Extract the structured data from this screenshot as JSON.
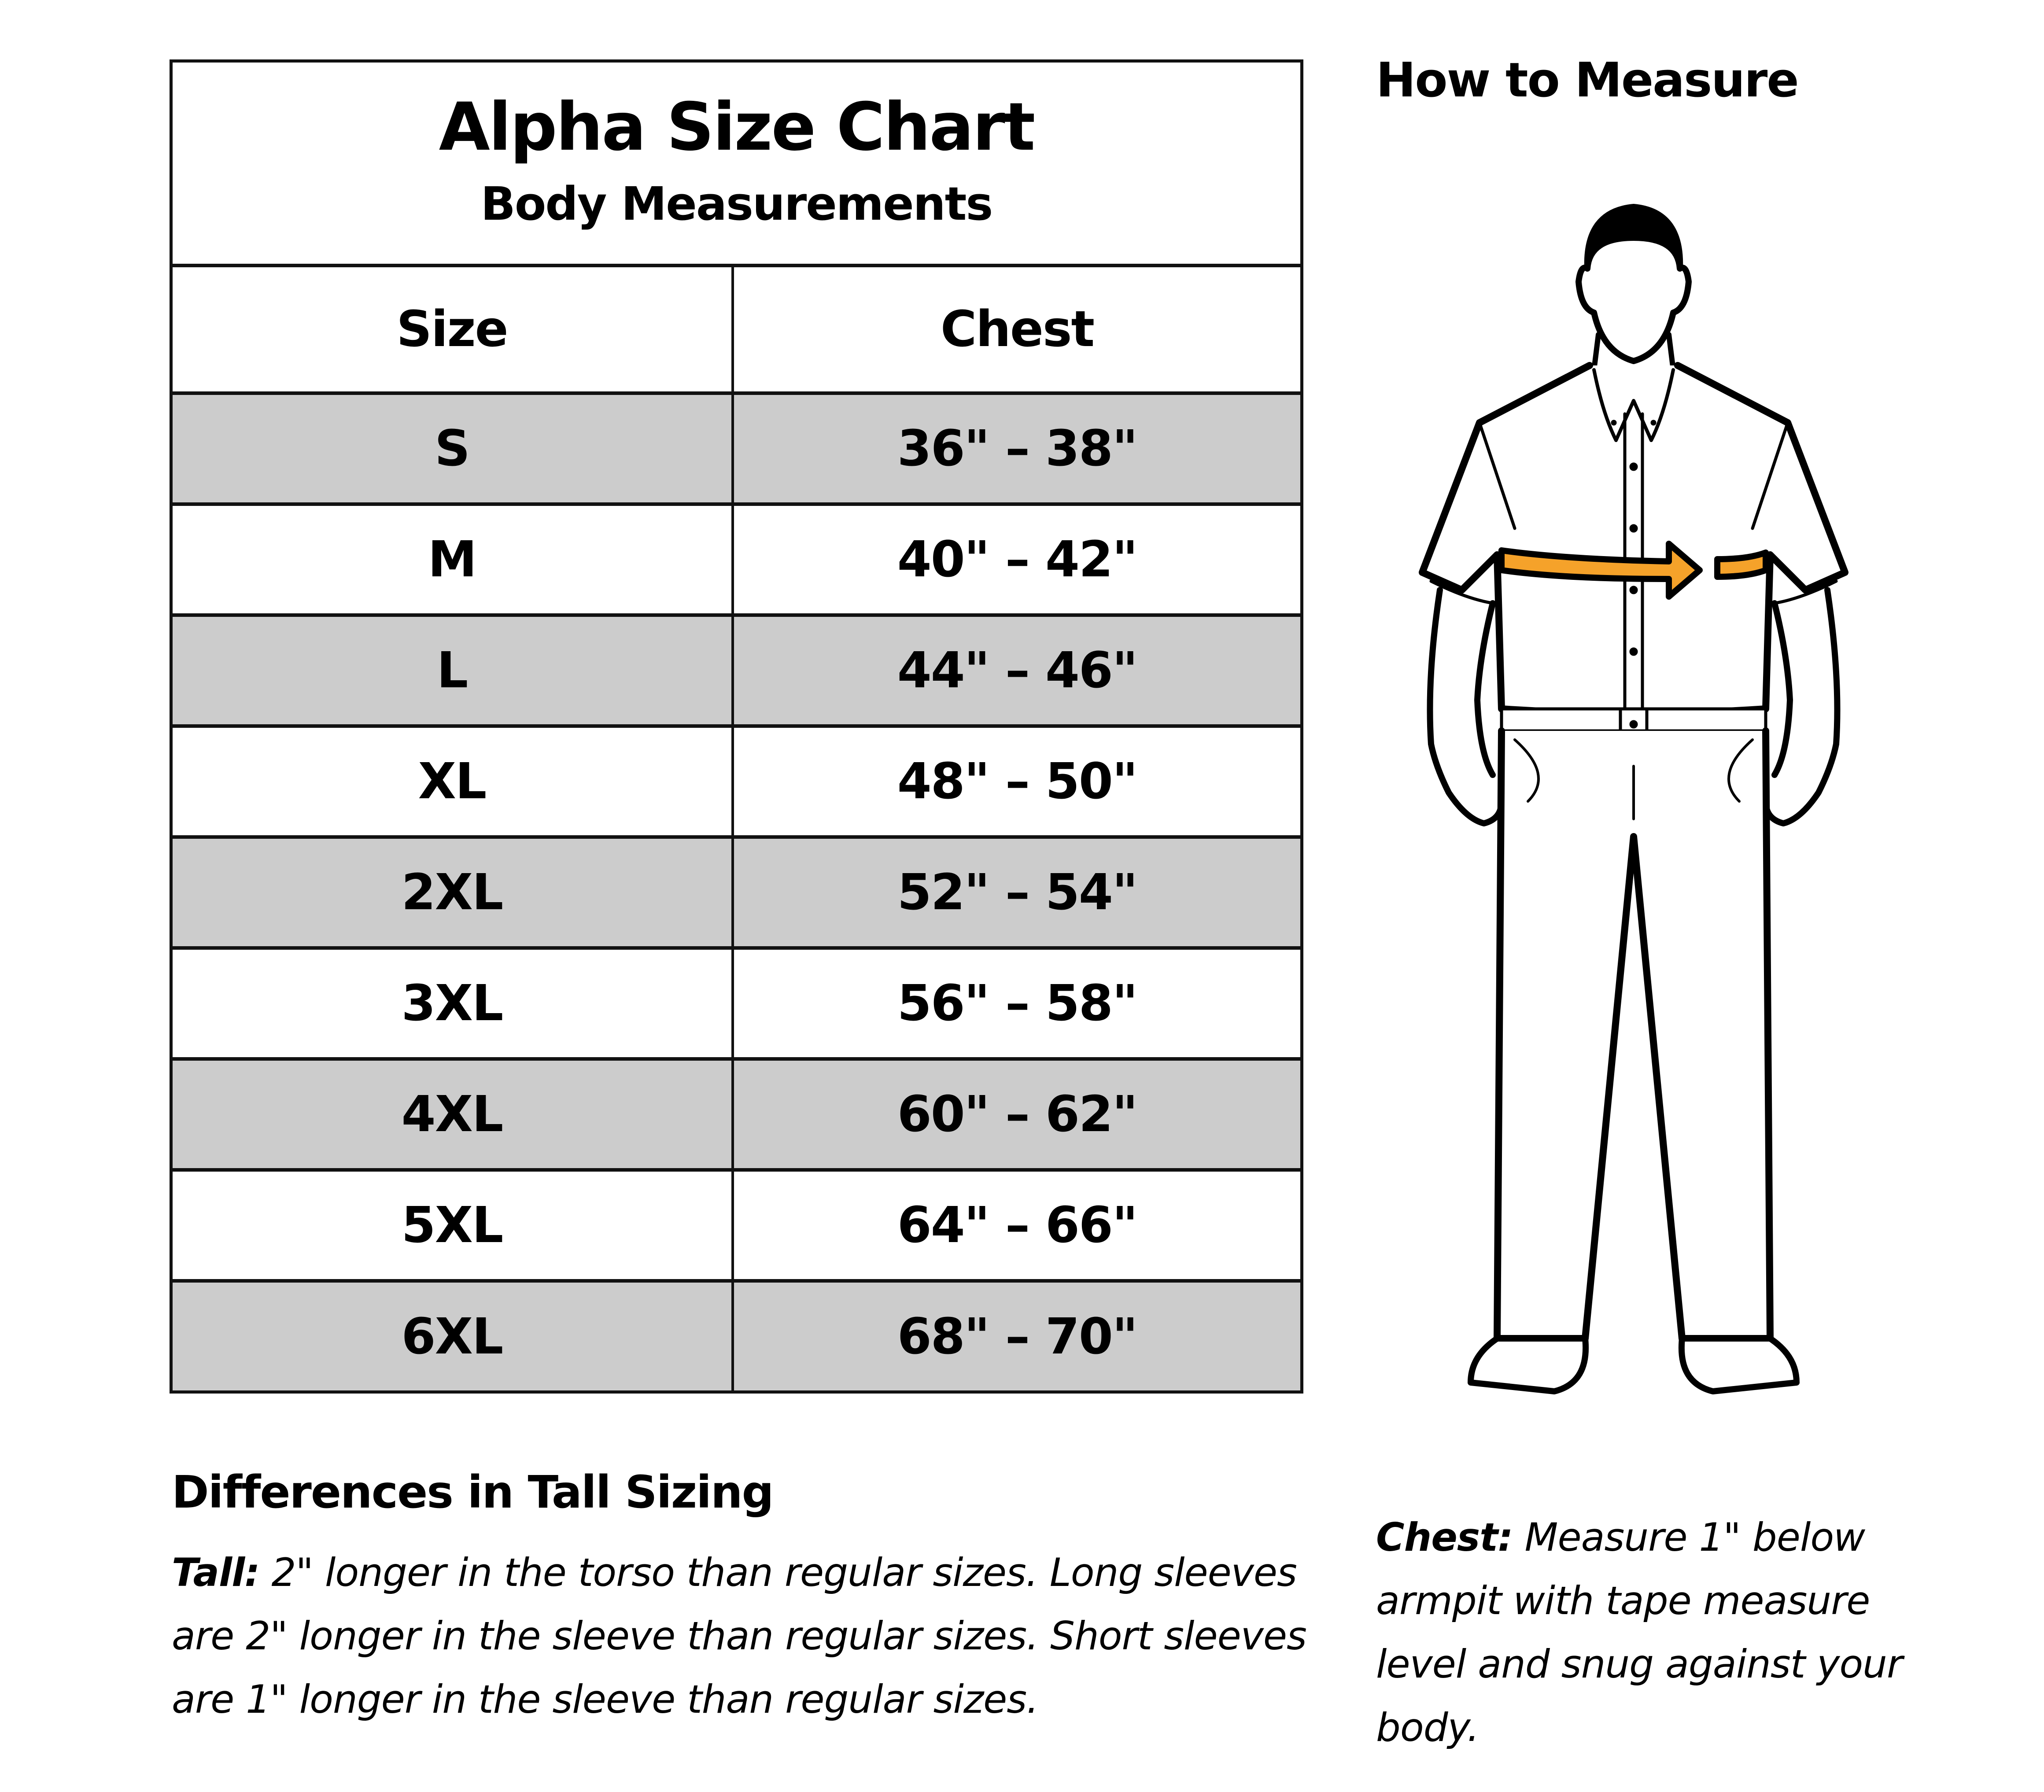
{
  "size_chart": {
    "title": "Alpha Size Chart",
    "subtitle": "Body Measurements",
    "columns": [
      "Size",
      "Chest"
    ],
    "rows": [
      {
        "size": "S",
        "chest": "36\" – 38\""
      },
      {
        "size": "M",
        "chest": "40\" – 42\""
      },
      {
        "size": "L",
        "chest": "44\" – 46\""
      },
      {
        "size": "XL",
        "chest": "48\" – 50\""
      },
      {
        "size": "2XL",
        "chest": "52\" – 54\""
      },
      {
        "size": "3XL",
        "chest": "56\" – 58\""
      },
      {
        "size": "4XL",
        "chest": "60\" – 62\""
      },
      {
        "size": "5XL",
        "chest": "64\" – 66\""
      },
      {
        "size": "6XL",
        "chest": "68\" – 70\""
      }
    ],
    "row_shading": {
      "odd": "#cccccc",
      "even": "#ffffff"
    },
    "border_color": "#111111"
  },
  "how_to_measure": {
    "title": "How to Measure",
    "illustration": "man-in-short-sleeve-shirt-with-chest-tape-arrow",
    "accent_color": "#f5a22a",
    "note_label": "Chest:",
    "note_text": " Measure 1\" below armpit with tape measure level and snug against your body."
  },
  "tall_sizing": {
    "heading": "Differences in Tall Sizing",
    "label": "Tall:",
    "text": " 2\" longer in the torso than regular sizes. Long sleeves are 2\" longer in the sleeve than regular sizes. Short sleeves are 1\" longer in the sleeve than regular sizes."
  }
}
